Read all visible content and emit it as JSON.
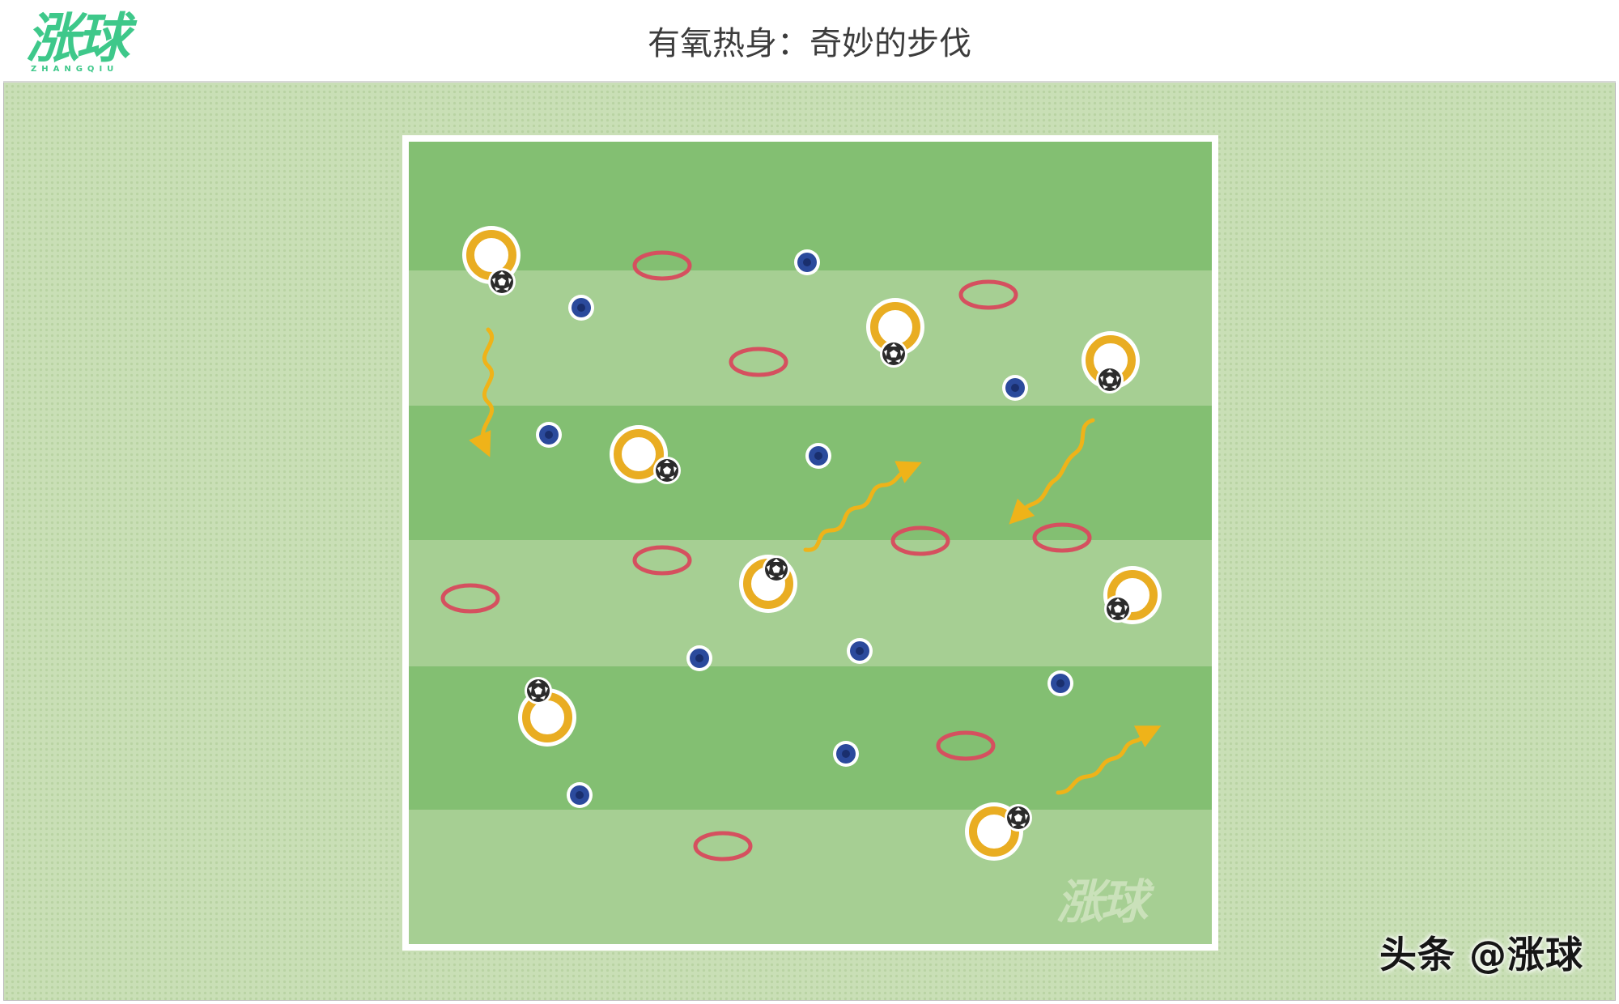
{
  "header": {
    "logo_text": "涨球",
    "logo_subtext": "ZHANGQIU",
    "title": "有氧热身：奇妙的步伐"
  },
  "pitch": {
    "watermark_text": "涨球",
    "stripe_colors": [
      "#83bf72",
      "#a6cf93"
    ]
  },
  "credit": "头条 @涨球",
  "colors": {
    "hoop_red": "#d5505f",
    "ring_yellow": "#e9ad22",
    "cone_blue": "#25418c",
    "arrow_yellow": "#efb319",
    "logo_green": "#3ec88a"
  },
  "legend_icons": [
    "player-ring-icon",
    "football-icon",
    "cone-icon",
    "hoop-icon",
    "dribble-arrow-icon"
  ]
}
